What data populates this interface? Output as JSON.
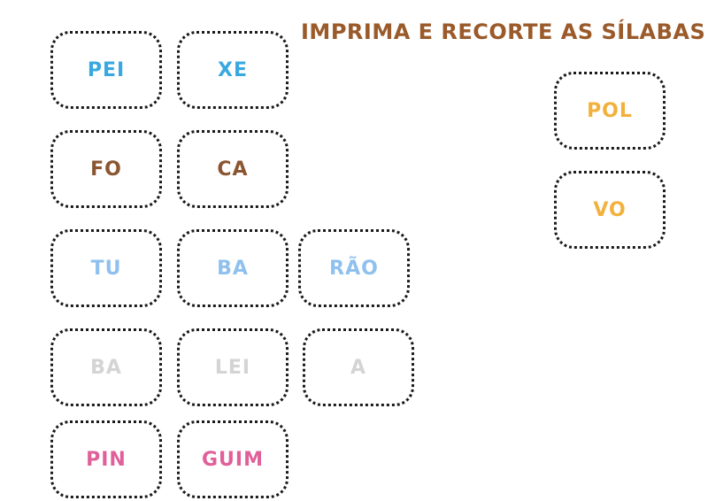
{
  "title": {
    "text": "IMPRIMA E RECORTE AS SÍLABAS",
    "color": "#9a5a2a"
  },
  "syllables": [
    {
      "text": "PEI",
      "color": "#3aa8e0"
    },
    {
      "text": "XE",
      "color": "#3aa8e0"
    },
    {
      "text": "FO",
      "color": "#8a5530"
    },
    {
      "text": "CA",
      "color": "#8a5530"
    },
    {
      "text": "TU",
      "color": "#8fc0ee"
    },
    {
      "text": "BA",
      "color": "#8fc0ee"
    },
    {
      "text": "RÃO",
      "color": "#8fc0ee"
    },
    {
      "text": "BA",
      "color": "#d4d4d4"
    },
    {
      "text": "LEI",
      "color": "#d4d4d4"
    },
    {
      "text": "A",
      "color": "#d4d4d4"
    },
    {
      "text": "PIN",
      "color": "#e0609a"
    },
    {
      "text": "GUIM",
      "color": "#e0609a"
    },
    {
      "text": "POL",
      "color": "#f2b13c"
    },
    {
      "text": "VO",
      "color": "#f2b13c"
    }
  ]
}
